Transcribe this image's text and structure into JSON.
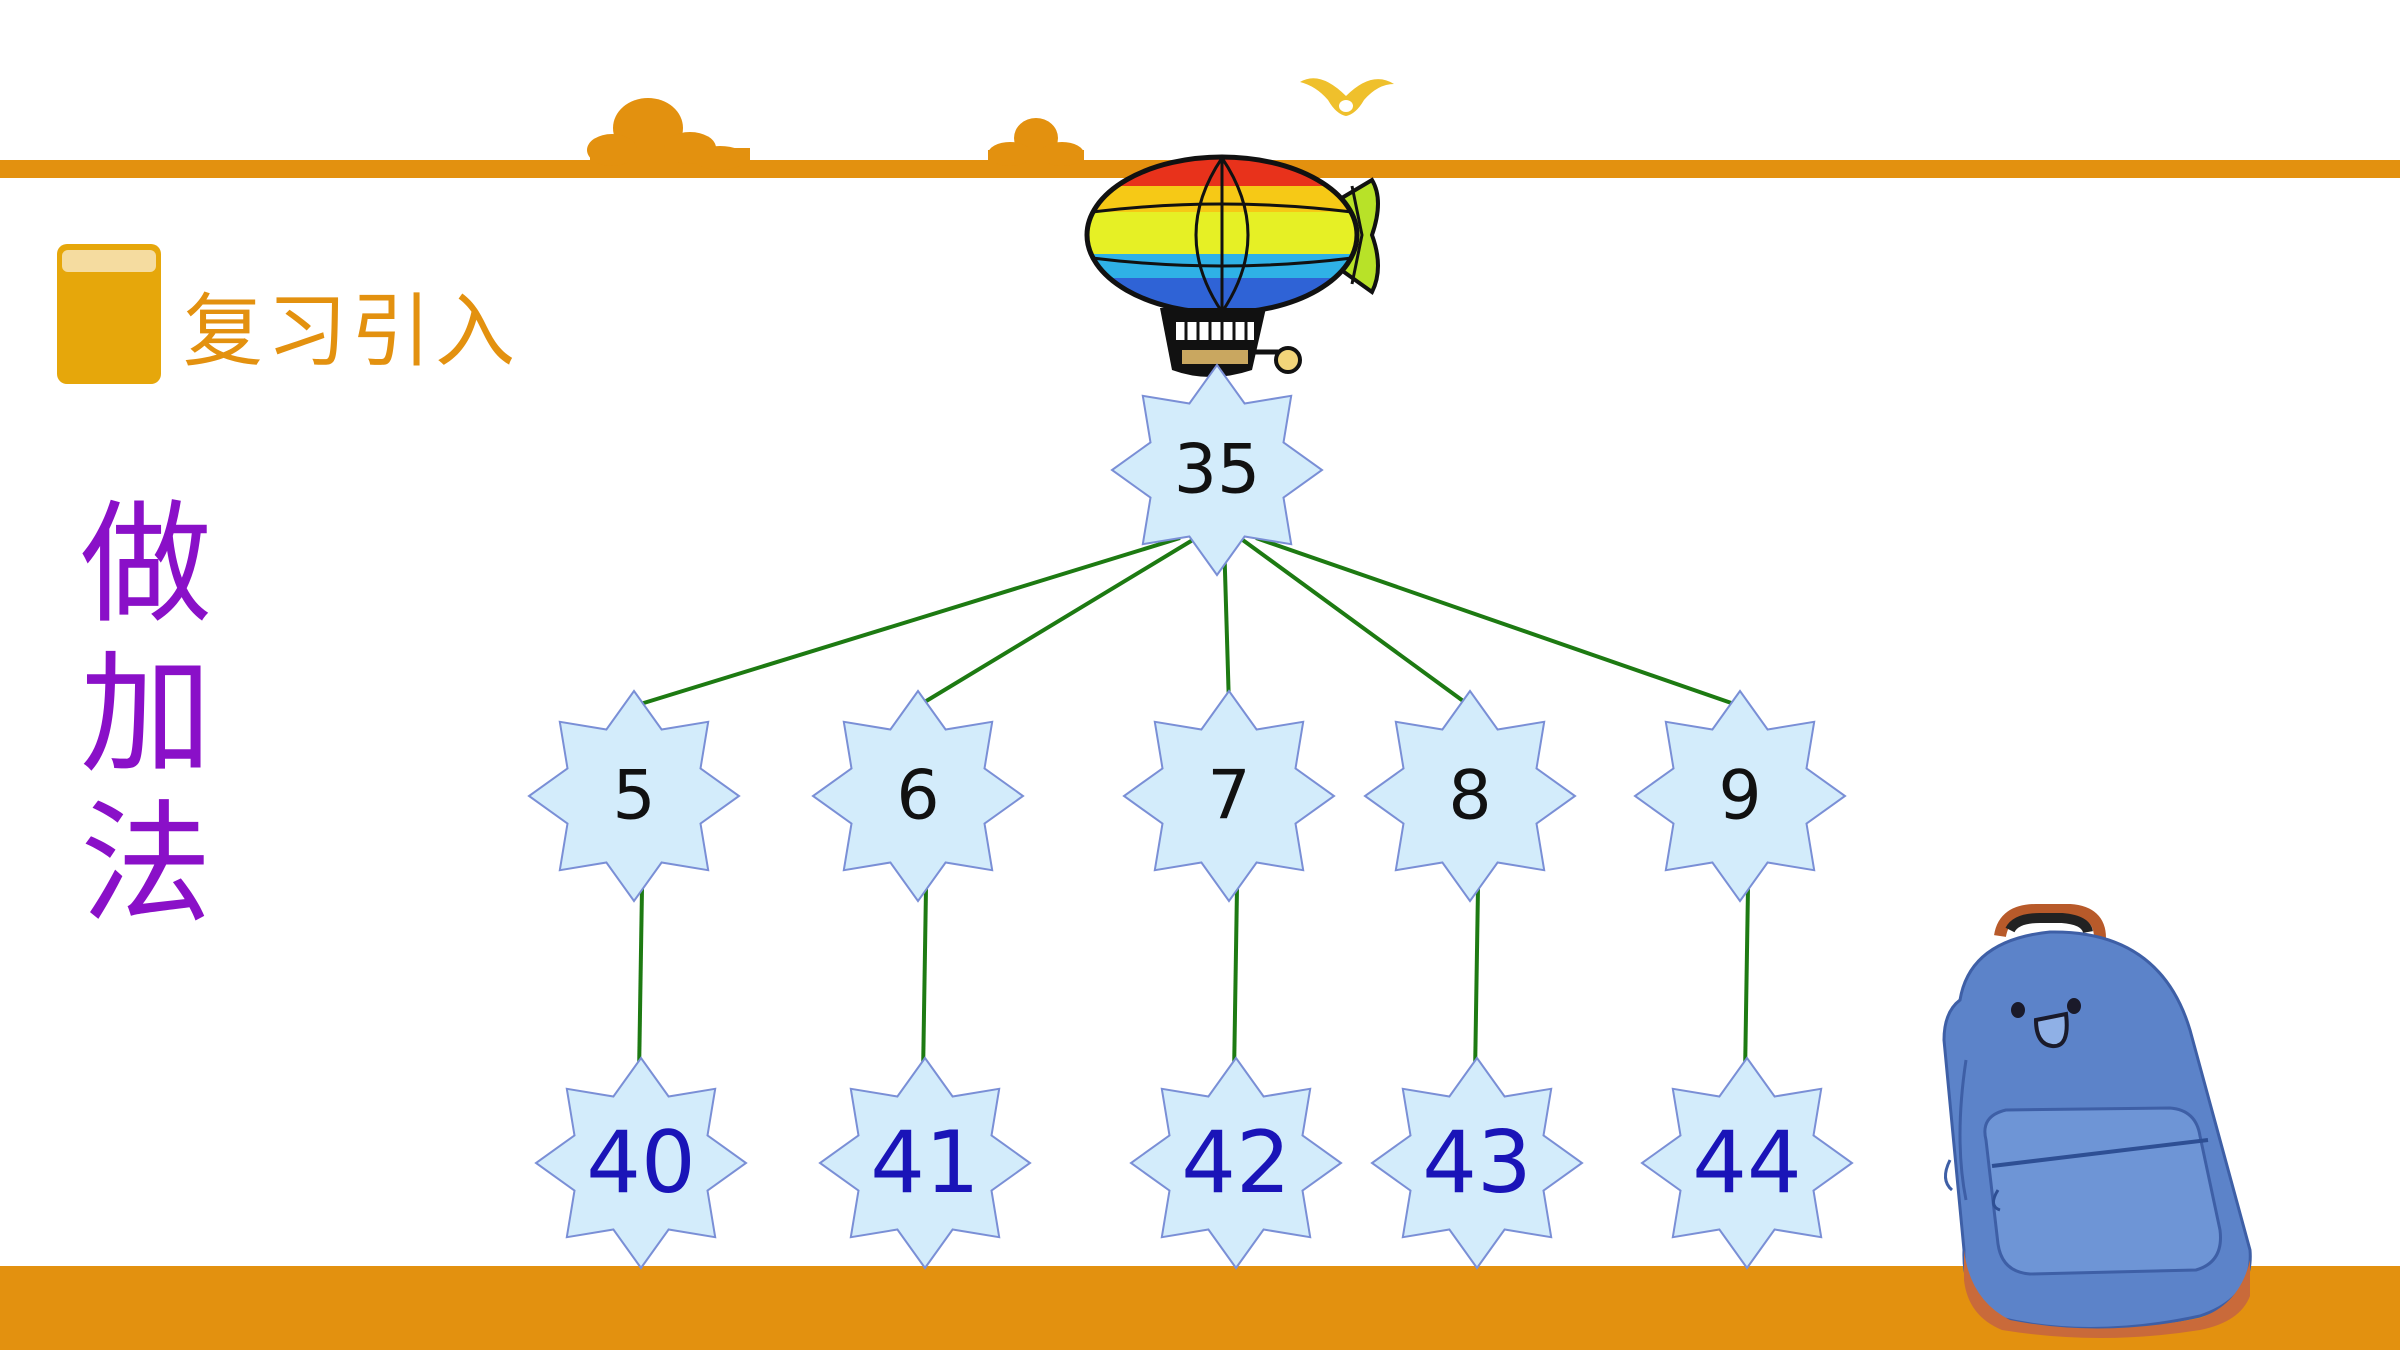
{
  "slide": {
    "section_title": "复习引入",
    "vertical_title": [
      "做",
      "加",
      "法"
    ]
  },
  "diagram": {
    "root": "35",
    "addends": [
      "5",
      "6",
      "7",
      "8",
      "9"
    ],
    "sums": [
      "40",
      "41",
      "42",
      "43",
      "44"
    ]
  },
  "colors": {
    "accent_orange": "#e3910f",
    "title_purple": "#8a10c8",
    "node_fill": "#d3ecfb",
    "node_stroke": "#7a8fd6",
    "connector_green": "#1d7a12",
    "sum_text_blue": "#1a14b8",
    "addend_text": "#111111"
  }
}
